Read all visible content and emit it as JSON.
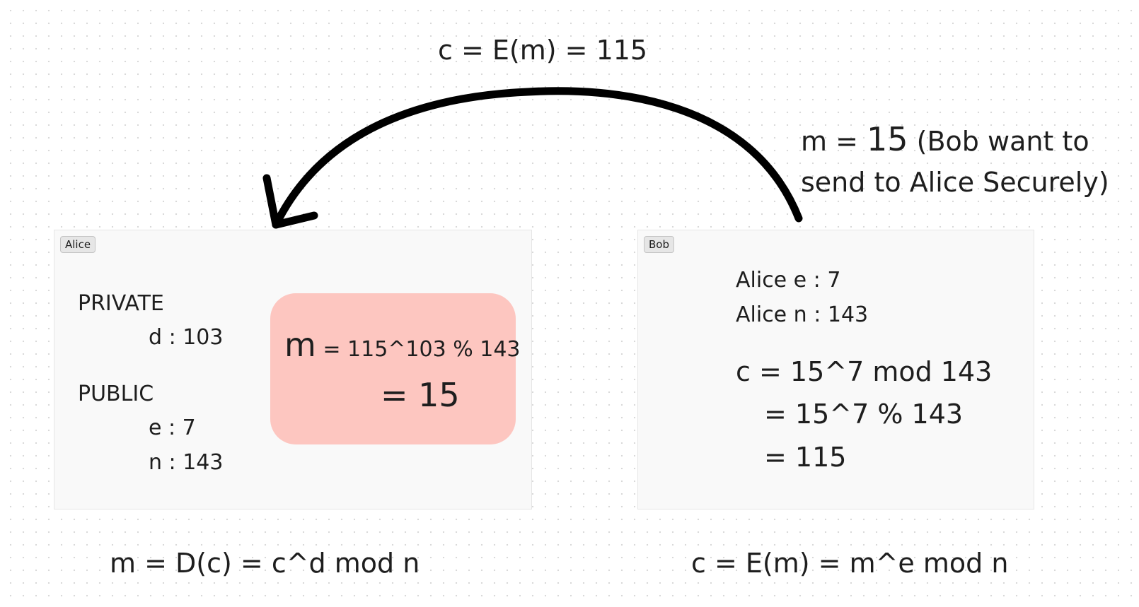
{
  "arrow_label": "c = E(m) = 115",
  "message_note": {
    "prefix": "m = ",
    "value": "15",
    "line1_rest": " (Bob want to",
    "line2": "send to Alice Securely)"
  },
  "alice": {
    "tag": "Alice",
    "private_heading": "PRIVATE",
    "d_line": "d : 103",
    "public_heading": "PUBLIC",
    "e_line": "e : 7",
    "n_line": "n : 143",
    "result": {
      "var": "m",
      "expr": " = 115^103 % 143",
      "eq": "= 15",
      "color": "#fdc6c0"
    }
  },
  "bob": {
    "tag": "Bob",
    "alice_e": "Alice e : 7",
    "alice_n": "Alice n : 143",
    "calc_line1": "c = 15^7 mod 143",
    "calc_line2": "= 15^7 % 143",
    "calc_line3": "= 115"
  },
  "formulas": {
    "decrypt": "m = D(c) = c^d mod n",
    "encrypt": "c = E(m) = m^e mod n"
  }
}
